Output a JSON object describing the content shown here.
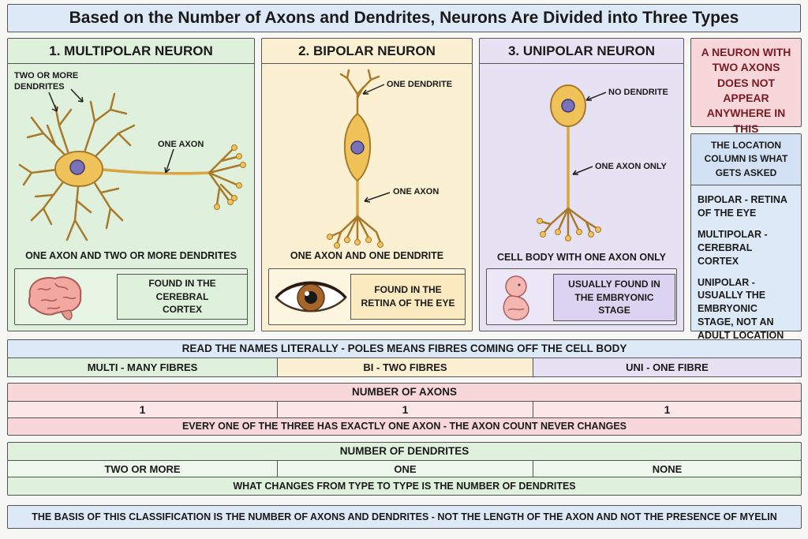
{
  "title": "Based on the Number of Axons and Dendrites, Neurons Are Divided into Three Types",
  "panels": {
    "multipolar": {
      "heading": "1. MULTIPOLAR NEURON",
      "label_dendrites": "TWO OR MORE DENDRITES",
      "label_axon": "ONE AXON",
      "caption": "ONE AXON AND TWO OR MORE DENDRITES",
      "found": "FOUND IN THE CEREBRAL CORTEX"
    },
    "bipolar": {
      "heading": "2. BIPOLAR NEURON",
      "label_dendrite": "ONE DENDRITE",
      "label_axon": "ONE AXON",
      "caption": "ONE AXON AND ONE DENDRITE",
      "found": "FOUND IN THE RETINA OF THE EYE"
    },
    "unipolar": {
      "heading": "3. UNIPOLAR NEURON",
      "label_dendrite": "NO DENDRITE",
      "label_axon": "ONE AXON ONLY",
      "caption": "CELL BODY WITH ONE AXON ONLY",
      "found": "USUALLY FOUND IN THE EMBRYONIC STAGE"
    }
  },
  "warning": "A NEURON WITH TWO AXONS DOES NOT APPEAR ANYWHERE IN THIS CLASSIFICATION",
  "location_box": {
    "heading": "THE LOCATION COLUMN IS WHAT GETS ASKED",
    "items": [
      "BIPOLAR - RETINA OF THE EYE",
      "MULTIPOLAR - CEREBRAL CORTEX",
      "UNIPOLAR - USUALLY THE EMBRYONIC STAGE, NOT AN ADULT LOCATION"
    ]
  },
  "poles": {
    "heading": "READ THE NAMES LITERALLY - POLES MEANS FIBRES COMING OFF THE CELL BODY",
    "cells": [
      "MULTI - MANY FIBRES",
      "BI - TWO FIBRES",
      "UNI  - ONE FIBRE"
    ]
  },
  "axons": {
    "heading": "NUMBER OF AXONS",
    "cells": [
      "1",
      "1",
      "1"
    ],
    "note": "EVERY ONE OF THE THREE HAS EXACTLY ONE AXON - THE AXON COUNT NEVER CHANGES"
  },
  "dendrites": {
    "heading": "NUMBER OF DENDRITES",
    "cells": [
      "TWO OR MORE",
      "ONE",
      "NONE"
    ],
    "note": "WHAT CHANGES FROM TYPE TO TYPE IS THE NUMBER OF DENDRITES"
  },
  "footer": "THE BASIS OF THIS CLASSIFICATION IS THE NUMBER OF AXONS AND DENDRITES - NOT THE LENGTH OF THE AXON AND NOT THE PRESENCE OF MYELIN",
  "colors": {
    "green": "#dff0dc",
    "yellow": "#fbf1d2",
    "purple": "#e7e1f4",
    "pink": "#f8d7da",
    "blue": "#dde9f7",
    "neuron": "#f0c35a"
  }
}
